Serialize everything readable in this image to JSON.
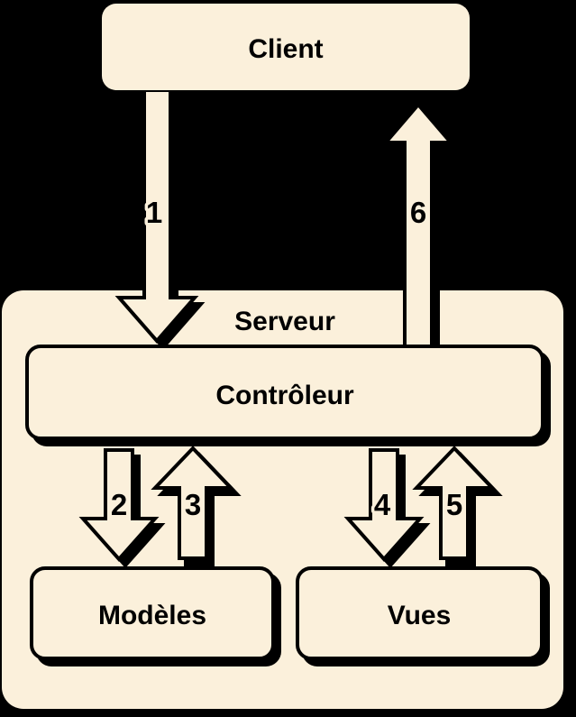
{
  "colors": {
    "background": "#000000",
    "shape_fill": "#FBF0DB",
    "outline": "#000000",
    "text": "#000000"
  },
  "diagram": {
    "type": "architecture-flow",
    "nodes": {
      "client": {
        "label": "Client"
      },
      "serveur": {
        "label": "Serveur"
      },
      "controleur": {
        "label": "Contrôleur"
      },
      "modeles": {
        "label": "Modèles"
      },
      "vues": {
        "label": "Vues"
      }
    },
    "arrows": [
      {
        "number": "1",
        "from": "client",
        "to": "controleur",
        "direction": "down"
      },
      {
        "number": "2",
        "from": "controleur",
        "to": "modeles",
        "direction": "down"
      },
      {
        "number": "3",
        "from": "modeles",
        "to": "controleur",
        "direction": "up"
      },
      {
        "number": "4",
        "from": "controleur",
        "to": "vues",
        "direction": "down"
      },
      {
        "number": "5",
        "from": "vues",
        "to": "controleur",
        "direction": "up"
      },
      {
        "number": "6",
        "from": "controleur",
        "to": "client",
        "direction": "up"
      }
    ]
  }
}
